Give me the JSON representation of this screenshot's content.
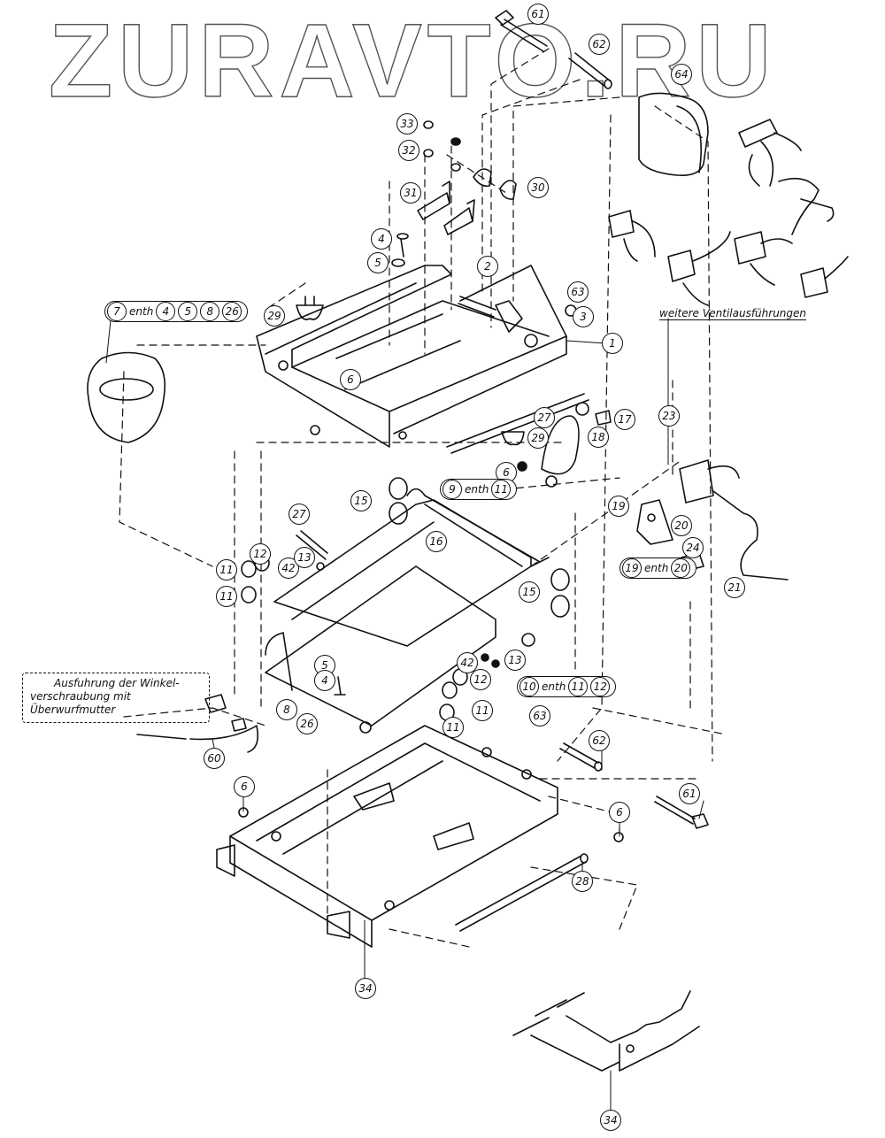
{
  "watermark": "ZURAVTO.RU",
  "callouts": [
    {
      "id": "c61a",
      "label": "61"
    },
    {
      "id": "c62a",
      "label": "62"
    },
    {
      "id": "c64",
      "label": "64"
    },
    {
      "id": "c33",
      "label": "33"
    },
    {
      "id": "c32",
      "label": "32"
    },
    {
      "id": "c31",
      "label": "31"
    },
    {
      "id": "c30",
      "label": "30"
    },
    {
      "id": "c4a",
      "label": "4"
    },
    {
      "id": "c5a",
      "label": "5"
    },
    {
      "id": "c2",
      "label": "2"
    },
    {
      "id": "c63a",
      "label": "63"
    },
    {
      "id": "c3",
      "label": "3"
    },
    {
      "id": "c1",
      "label": "1"
    },
    {
      "id": "c29a",
      "label": "29"
    },
    {
      "id": "c6a",
      "label": "6"
    },
    {
      "id": "c27a",
      "label": "27"
    },
    {
      "id": "c29b",
      "label": "29"
    },
    {
      "id": "c17",
      "label": "17"
    },
    {
      "id": "c18",
      "label": "18"
    },
    {
      "id": "c6b",
      "label": "6"
    },
    {
      "id": "c23",
      "label": "23"
    },
    {
      "id": "c15a",
      "label": "15"
    },
    {
      "id": "c16",
      "label": "16"
    },
    {
      "id": "c19",
      "label": "19"
    },
    {
      "id": "c20",
      "label": "20"
    },
    {
      "id": "c24",
      "label": "24"
    },
    {
      "id": "c21",
      "label": "21"
    },
    {
      "id": "c27b",
      "label": "27"
    },
    {
      "id": "c12a",
      "label": "12"
    },
    {
      "id": "c42a",
      "label": "42"
    },
    {
      "id": "c13a",
      "label": "13"
    },
    {
      "id": "c11a",
      "label": "11"
    },
    {
      "id": "c11b",
      "label": "11"
    },
    {
      "id": "c15b",
      "label": "15"
    },
    {
      "id": "c42b",
      "label": "42"
    },
    {
      "id": "c13b",
      "label": "13"
    },
    {
      "id": "c12b",
      "label": "12"
    },
    {
      "id": "c11c",
      "label": "11"
    },
    {
      "id": "c11d",
      "label": "11"
    },
    {
      "id": "c63b",
      "label": "63"
    },
    {
      "id": "c5b",
      "label": "5"
    },
    {
      "id": "c4b",
      "label": "4"
    },
    {
      "id": "c8",
      "label": "8"
    },
    {
      "id": "c26",
      "label": "26"
    },
    {
      "id": "c60",
      "label": "60"
    },
    {
      "id": "c6c",
      "label": "6"
    },
    {
      "id": "c62b",
      "label": "62"
    },
    {
      "id": "c61b",
      "label": "61"
    },
    {
      "id": "c6d",
      "label": "6"
    },
    {
      "id": "c28",
      "label": "28"
    },
    {
      "id": "c34a",
      "label": "34"
    },
    {
      "id": "c34b",
      "label": "34"
    }
  ],
  "groups": [
    {
      "id": "g7",
      "main": "7",
      "word": "enth",
      "items": [
        "4",
        "5",
        "8",
        "26"
      ]
    },
    {
      "id": "g9",
      "main": "9",
      "word": "enth",
      "items": [
        "11"
      ]
    },
    {
      "id": "g19",
      "main": "19",
      "word": "enth",
      "items": [
        "20"
      ]
    },
    {
      "id": "g10",
      "main": "10",
      "word": "enth",
      "items": [
        "11",
        "12"
      ]
    }
  ],
  "notes": {
    "valves": "weitere Ventilausführungen",
    "fitting_line1": "Ausfuhrung der Winkel-",
    "fitting_line2": "verschraubung mit",
    "fitting_line3": "Überwurfmutter"
  },
  "colors": {
    "ink": "#111111",
    "paper": "#ffffff",
    "watermark_outline": "#555555"
  }
}
